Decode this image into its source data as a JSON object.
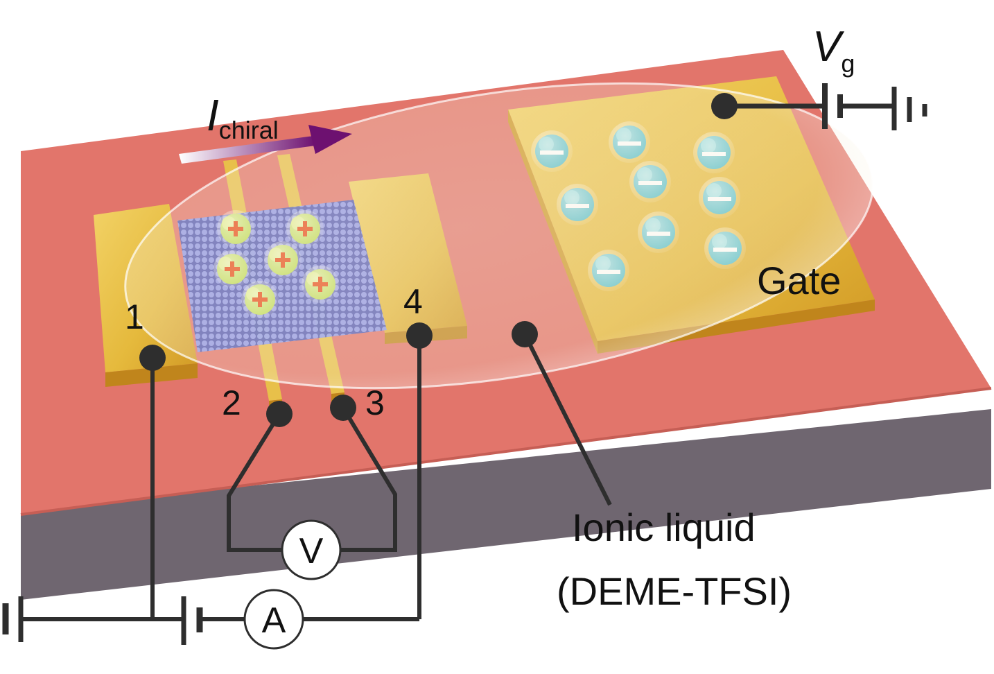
{
  "labels": {
    "current_main": "I",
    "current_sub": "chiral",
    "gate_voltage_main": "V",
    "gate_voltage_sub": "g",
    "gate": "Gate",
    "terminal_1": "1",
    "terminal_2": "2",
    "terminal_3": "3",
    "terminal_4": "4",
    "voltmeter": "V",
    "ammeter": "A",
    "ionic_liquid_line1": "Ionic liquid",
    "ionic_liquid_line2": "(DEME-TFSI)"
  },
  "ions": {
    "cation_sign": "+",
    "anion_sign": "−"
  },
  "colors": {
    "substrate_top": "#e2756b",
    "substrate_side": "#6f6670",
    "gold": "#e8c04a",
    "crystal": "#5b6dd8",
    "cation": "#b5d83a",
    "anion": "#3fb7c4",
    "arrow": "#7a1a78",
    "wire": "#2e2e2e"
  }
}
